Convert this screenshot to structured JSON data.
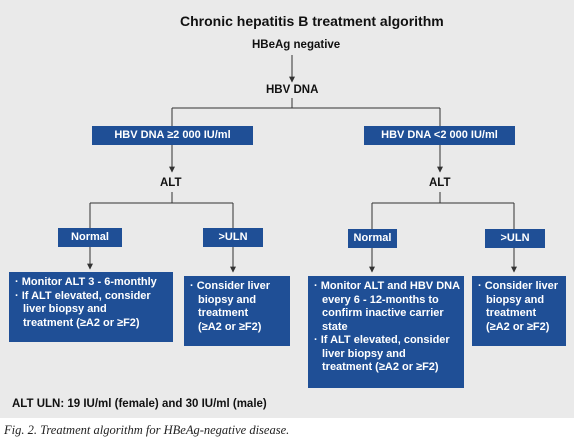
{
  "title": "Chronic hepatitis B treatment algorithm",
  "root": "HBeAg negative",
  "dna_node": "HBV DNA",
  "left": {
    "header": "HBV DNA ≥2 000 IU/ml",
    "alt": "ALT",
    "normal": "Normal",
    "uln": ">ULN",
    "normal_box": [
      "· Monitor ALT 3 - 6-monthly",
      "· If ALT elevated, consider",
      "liver biopsy and",
      "treatment (≥A2 or ≥F2)"
    ],
    "uln_box": [
      "· Consider liver",
      "biopsy and",
      "treatment",
      "(≥A2 or ≥F2)"
    ]
  },
  "right": {
    "header": "HBV DNA <2 000 IU/ml",
    "alt": "ALT",
    "normal": "Normal",
    "uln": ">ULN",
    "normal_box": [
      "· Monitor ALT and HBV DNA",
      "every 6 - 12-months to",
      "confirm inactive carrier",
      "state",
      "· If ALT elevated, consider",
      "liver biopsy and",
      "treatment (≥A2 or ≥F2)"
    ],
    "uln_box": [
      "· Consider liver",
      "biopsy and",
      "treatment",
      "(≥A2 or ≥F2)"
    ]
  },
  "footnote": "ALT ULN: 19 IU/ml (female) and 30 IU/ml (male)",
  "caption": "Fig. 2. Treatment algorithm for HBeAg-negative disease.",
  "colors": {
    "box": "#1f4f96",
    "panel": "#eaeaea",
    "line": "#333333"
  }
}
